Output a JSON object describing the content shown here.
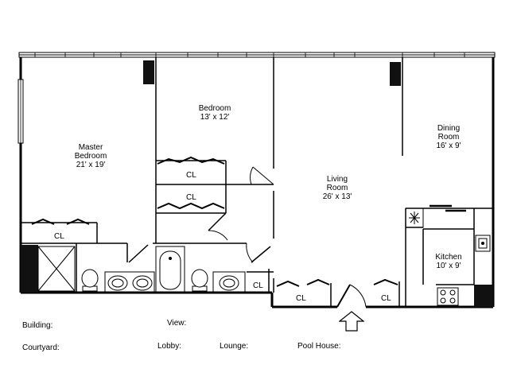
{
  "rooms": {
    "master_bedroom": {
      "line1": "Master",
      "line2": "Bedroom",
      "size": "21' x 19'"
    },
    "bedroom": {
      "line1": "Bedroom",
      "size": "13' x 12'"
    },
    "living_room": {
      "line1": "Living",
      "line2": "Room",
      "size": "26' x 13'"
    },
    "dining_room": {
      "line1": "Dining",
      "line2": "Room",
      "size": "16' x 9'"
    },
    "kitchen": {
      "line1": "Kitchen",
      "size": "10' x 9'"
    }
  },
  "closets": {
    "label": "CL"
  },
  "fields": {
    "building": "Building:",
    "view": "View:",
    "courtyard": "Courtyard:",
    "lobby": "Lobby:",
    "lounge": "Lounge:",
    "pool_house": "Pool House:"
  },
  "icons": {
    "entry": "up-arrow-icon",
    "range_fan": "fan-icon",
    "sink": "sink-icon",
    "stove": "stove-icon",
    "toilet": "toilet-icon",
    "tub": "bathtub-icon"
  }
}
